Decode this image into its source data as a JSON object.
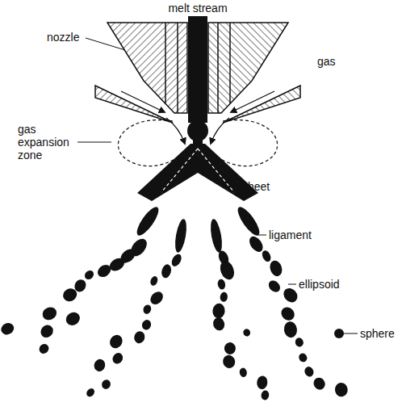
{
  "diagram": {
    "labels": [
      "melt stream",
      "nozzle",
      "gas",
      "gas expansion zone",
      "sheet",
      "ligament",
      "ellipsoid",
      "sphere"
    ]
  }
}
